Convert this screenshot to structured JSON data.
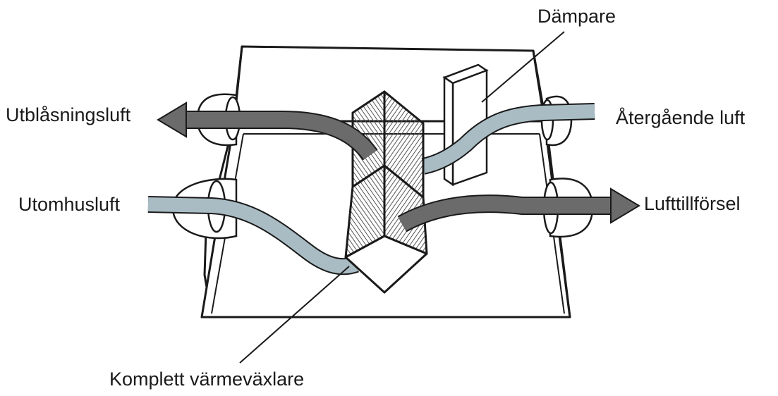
{
  "labels": {
    "damper": "Dämpare",
    "exhaust_air": "Utblåsningsluft",
    "return_air": "Återgående luft",
    "outdoor_air": "Utomhusluft",
    "supply_air": "Lufttillförsel",
    "heat_exchanger": "Komplett värmeväxlare"
  },
  "colors": {
    "outline": "#1a1a1a",
    "fresh_air": "#a9bcc4",
    "exhaust_air": "#6b6b6b",
    "box_fill": "#ffffff",
    "core_hatch": "#555555"
  }
}
